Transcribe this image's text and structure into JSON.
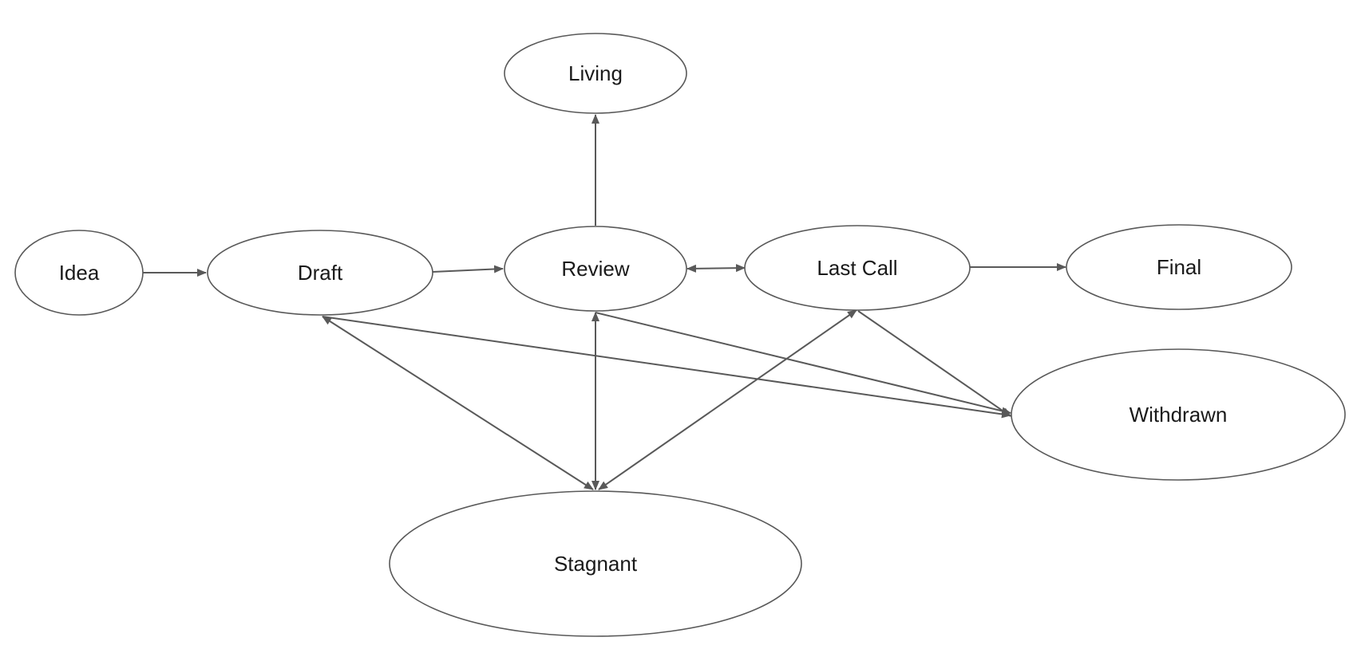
{
  "diagram": {
    "type": "state-transition-graph",
    "colors": {
      "stroke": "#595959",
      "text": "#1a1a1a",
      "background": "#ffffff"
    },
    "nodes": {
      "idea": "Idea",
      "draft": "Draft",
      "review": "Review",
      "last_call": "Last Call",
      "final": "Final",
      "living": "Living",
      "withdrawn": "Withdrawn",
      "stagnant": "Stagnant"
    },
    "edges": [
      {
        "from": "Idea",
        "to": "Draft",
        "direction": "forward"
      },
      {
        "from": "Draft",
        "to": "Review",
        "direction": "forward"
      },
      {
        "from": "Review",
        "to": "Living",
        "direction": "forward"
      },
      {
        "from": "Review",
        "to": "Last Call",
        "direction": "both"
      },
      {
        "from": "Last Call",
        "to": "Final",
        "direction": "forward"
      },
      {
        "from": "Draft",
        "to": "Stagnant",
        "direction": "both"
      },
      {
        "from": "Review",
        "to": "Stagnant",
        "direction": "both"
      },
      {
        "from": "Last Call",
        "to": "Stagnant",
        "direction": "both"
      },
      {
        "from": "Draft",
        "to": "Withdrawn",
        "direction": "forward"
      },
      {
        "from": "Review",
        "to": "Withdrawn",
        "direction": "forward"
      },
      {
        "from": "Last Call",
        "to": "Withdrawn",
        "direction": "forward"
      }
    ]
  }
}
